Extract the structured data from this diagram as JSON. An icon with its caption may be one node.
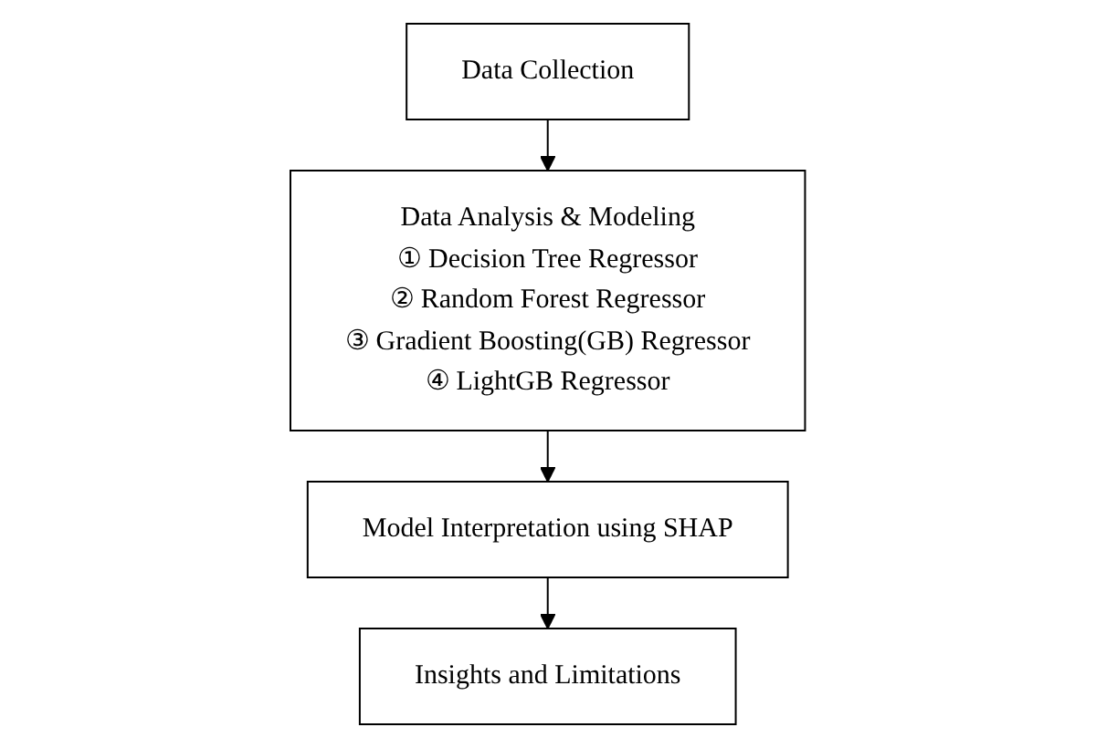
{
  "diagram": {
    "nodes": [
      {
        "text": [
          "Data Collection"
        ]
      },
      {
        "text": [
          "Data Analysis & Modeling",
          "① Decision Tree Regressor",
          "② Random Forest Regressor",
          "③ Gradient Boosting(GB) Regressor",
          "④ LightGB Regressor"
        ]
      },
      {
        "text": [
          "Model Interpretation using SHAP"
        ]
      },
      {
        "text": [
          "Insights and Limitations"
        ]
      }
    ],
    "edges": [
      {
        "from": 0,
        "to": 1,
        "arrow": "to"
      },
      {
        "from": 1,
        "to": 2,
        "arrow": "to"
      },
      {
        "from": 2,
        "to": 3,
        "arrow": "to"
      }
    ]
  }
}
